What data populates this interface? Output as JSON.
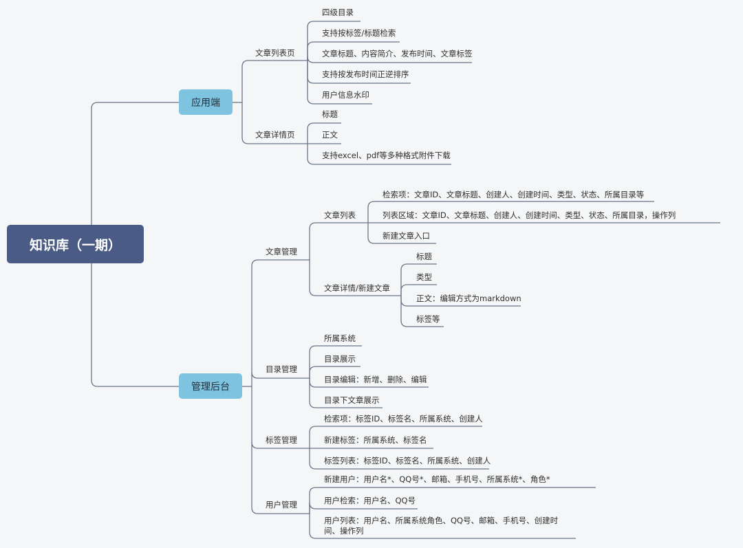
{
  "root": "知识库（一期）",
  "app": {
    "label": "应用端",
    "list_page": {
      "label": "文章列表页",
      "items": [
        "四级目录",
        "支持按标签/标题检索",
        "文章标题、内容简介、发布时间、文章标签",
        "支持按发布时间正逆排序",
        "用户信息水印"
      ]
    },
    "detail_page": {
      "label": "文章详情页",
      "items": [
        "标题",
        "正文",
        "支持excel、pdf等多种格式附件下载"
      ]
    }
  },
  "admin": {
    "label": "管理后台",
    "article": {
      "label": "文章管理",
      "list": {
        "label": "文章列表",
        "items": [
          "检索项：文章ID、文章标题、创建人、创建时间、类型、状态、所属目录等",
          "列表区域：文章ID、文章标题、创建人、创建时间、类型、状态、所属目录，操作列",
          "新建文章入口"
        ]
      },
      "detail": {
        "label": "文章详情/新建文章",
        "items": [
          "标题",
          "类型",
          "正文：编辑方式为markdown",
          "标签等"
        ]
      }
    },
    "catalog": {
      "label": "目录管理",
      "items": [
        "所属系统",
        "目录展示",
        "目录编辑：新增、删除、编辑",
        "目录下文章展示"
      ]
    },
    "tag": {
      "label": "标签管理",
      "items": [
        "检索项：标签ID、标签名、所属系统、创建人",
        "新建标签：所属系统、标签名",
        "标签列表：标签ID、标签名、所属系统、创建人"
      ]
    },
    "user": {
      "label": "用户管理",
      "items": [
        "新建用户：用户名*、QQ号*、邮箱、手机号、所属系统*、角色*",
        "用户检索：用户名、QQ号",
        "用户列表：用户名、所属系统角色、QQ号、邮箱、手机号、创建时间、操作列"
      ]
    }
  }
}
